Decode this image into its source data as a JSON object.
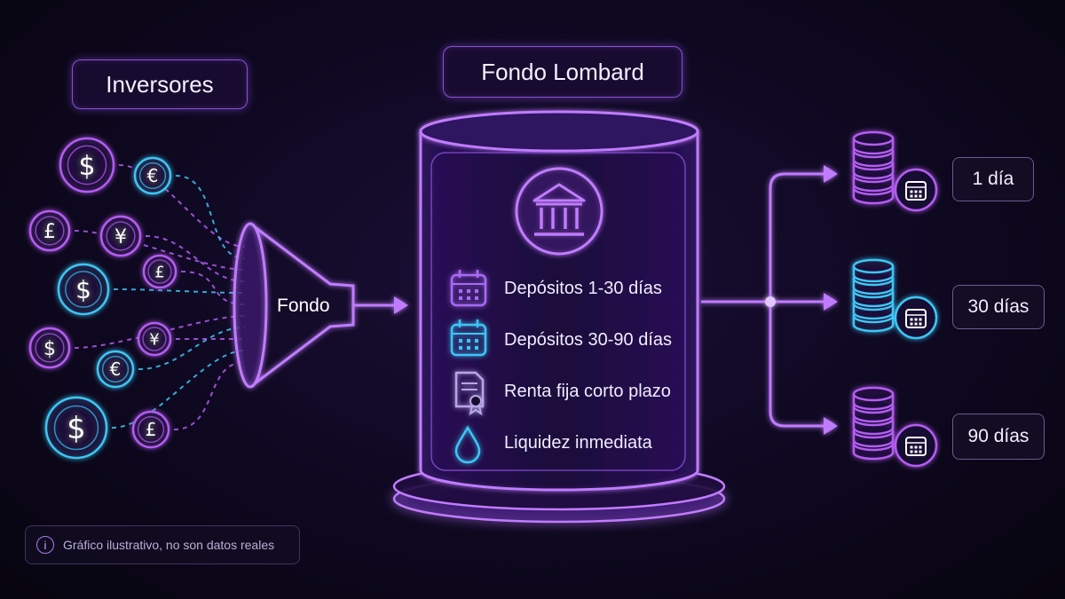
{
  "investors": {
    "title": "Inversores"
  },
  "fund": {
    "title": "Fondo Lombard",
    "funnel_label": "Fondo",
    "items": [
      {
        "label": "Depósitos 1-30 días",
        "icon": "calendar-icon",
        "color": "#a86bf5"
      },
      {
        "label": "Depósitos 30-90 días",
        "icon": "calendar-icon",
        "color": "#3ec6f5"
      },
      {
        "label": "Renta fija corto plazo",
        "icon": "certificate-icon",
        "color": "#b8a6e8"
      },
      {
        "label": "Liquidez inmediata",
        "icon": "water-drop-icon",
        "color": "#3ec6f5"
      }
    ]
  },
  "currencies": [
    {
      "symbol": "$",
      "color": "#b45cf2"
    },
    {
      "symbol": "€",
      "color": "#3ec6f5"
    },
    {
      "symbol": "£",
      "color": "#b45cf2"
    },
    {
      "symbol": "¥",
      "color": "#b45cf2"
    },
    {
      "symbol": "$",
      "color": "#3ec6f5"
    },
    {
      "symbol": "£",
      "color": "#b45cf2"
    },
    {
      "symbol": "$",
      "color": "#b45cf2"
    },
    {
      "symbol": "€",
      "color": "#3ec6f5"
    },
    {
      "symbol": "¥",
      "color": "#b45cf2"
    },
    {
      "symbol": "$",
      "color": "#3ec6f5"
    },
    {
      "symbol": "£",
      "color": "#b45cf2"
    }
  ],
  "terms": [
    {
      "label": "1 día",
      "color": "#b45cf2"
    },
    {
      "label": "30 días",
      "color": "#3ec6f5"
    },
    {
      "label": "90 días",
      "color": "#b45cf2"
    }
  ],
  "disclaimer": {
    "text": "Gráfico ilustrativo, no son datos reales",
    "icon": "info-icon"
  },
  "colors": {
    "accent": "#b45cf2",
    "cyan": "#3ec6f5",
    "background": "#0e0820"
  }
}
